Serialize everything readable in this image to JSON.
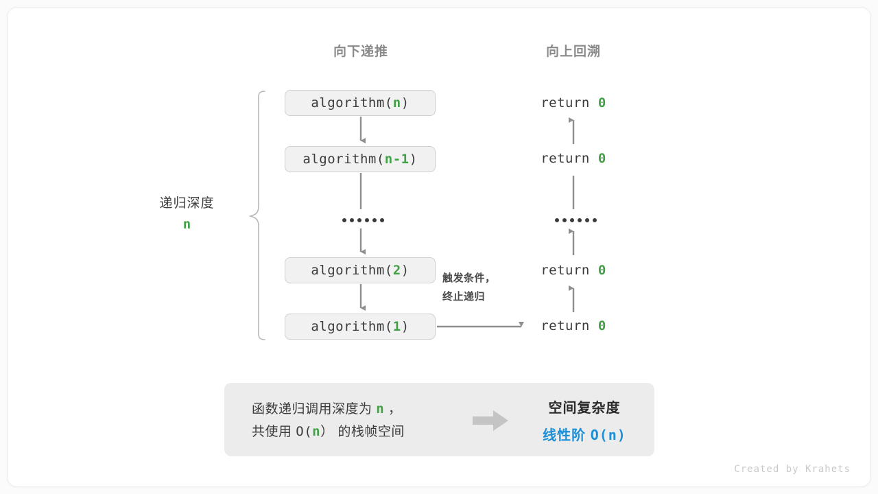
{
  "headers": {
    "down": "向下递推",
    "up": "向上回溯"
  },
  "depth": {
    "label": "递归深度",
    "value": "n"
  },
  "calls": [
    {
      "prefix": "algorithm(",
      "arg": "n",
      "suffix": ")"
    },
    {
      "prefix": "algorithm(",
      "arg": "n-1",
      "suffix": ")"
    },
    {
      "prefix": "algorithm(",
      "arg": "2",
      "suffix": ")"
    },
    {
      "prefix": "algorithm(",
      "arg": "1",
      "suffix": ")"
    }
  ],
  "returns": [
    {
      "text": "return ",
      "value": "0"
    },
    {
      "text": "return ",
      "value": "0"
    },
    {
      "text": "return ",
      "value": "0"
    },
    {
      "text": "return ",
      "value": "0"
    }
  ],
  "trigger_note": {
    "line1": "触发条件，",
    "line2": "终止递归"
  },
  "footer": {
    "left_line1_a": "函数递归调用深度为 ",
    "left_line1_n": "n",
    "left_line1_b": " ，",
    "left_line2_a": "共使用 ",
    "left_line2_o": "O(",
    "left_line2_n": "n",
    "left_line2_c": "）",
    "left_line2_b": " 的栈帧空间",
    "arrow_icon": "right-arrow-icon",
    "right_line1": "空间复杂度",
    "right_line2_a": "线性阶 ",
    "right_line2_b": "O(n)"
  },
  "credit": "Created by Krahets",
  "colors": {
    "accent_green": "#43a047",
    "accent_blue": "#1c8fd6",
    "text_dark": "#3b3b3b",
    "muted_gray": "#8a8a8a",
    "panel_gray": "#ececec",
    "box_fill": "#f1f1f1",
    "box_border": "#cfcfcf",
    "arrow_gray": "#8e8e8e"
  }
}
